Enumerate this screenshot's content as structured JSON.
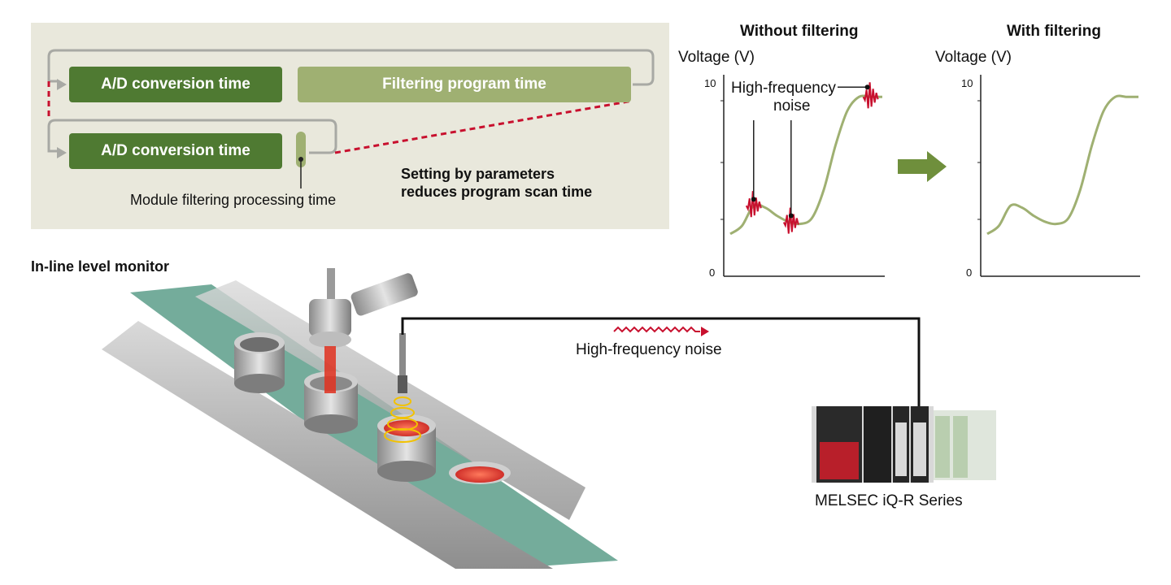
{
  "process_panel": {
    "ad_conversion_time_top": "A/D conversion time",
    "filtering_program_time": "Filtering program time",
    "ad_conversion_time_bottom": "A/D conversion time",
    "module_filtering_processing_time": "Module filtering processing time",
    "benefit_line1": "Setting by parameters",
    "benefit_line2": "reduces program scan time"
  },
  "chart_without": {
    "title": "Without filtering",
    "ylabel": "Voltage (V)",
    "y_max_label": "10",
    "y_min_label": "0",
    "annotation_line1": "High-frequency",
    "annotation_line2": "noise"
  },
  "chart_with": {
    "title": "With filtering",
    "ylabel": "Voltage (V)",
    "y_max_label": "10",
    "y_min_label": "0"
  },
  "scene": {
    "monitor_label": "In-line level monitor",
    "noise_label": "High-frequency noise",
    "plc_label": "MELSEC iQ-R Series"
  },
  "colors": {
    "dark_green": "#4f7a32",
    "light_green": "#9fb072",
    "noise_red": "#c8102e",
    "panel_bg": "#e9e8dc"
  },
  "chart_data": [
    {
      "type": "line",
      "title": "Without filtering",
      "ylabel": "Voltage (V)",
      "ylim": [
        0,
        10
      ],
      "x": [
        0,
        0.5,
        1,
        1.5,
        2,
        2.5,
        3,
        3.5,
        4,
        4.5,
        5,
        5.5,
        6,
        6.5
      ],
      "series": [
        {
          "values": [
            2.1,
            2.5,
            3.5,
            3.4,
            3.0,
            2.7,
            2.6,
            2.9,
            4.3,
            6.5,
            8.2,
            8.9,
            8.9,
            8.9
          ]
        }
      ],
      "noise_points_x": [
        1.0,
        2.6,
        6.0
      ]
    },
    {
      "type": "line",
      "title": "With filtering",
      "ylabel": "Voltage (V)",
      "ylim": [
        0,
        10
      ],
      "x": [
        0,
        0.5,
        1,
        1.5,
        2,
        2.5,
        3,
        3.5,
        4,
        4.5,
        5,
        5.5,
        6,
        6.5
      ],
      "series": [
        {
          "values": [
            2.1,
            2.5,
            3.5,
            3.4,
            3.0,
            2.7,
            2.6,
            2.9,
            4.3,
            6.5,
            8.2,
            8.9,
            8.9,
            8.9
          ]
        }
      ]
    }
  ]
}
